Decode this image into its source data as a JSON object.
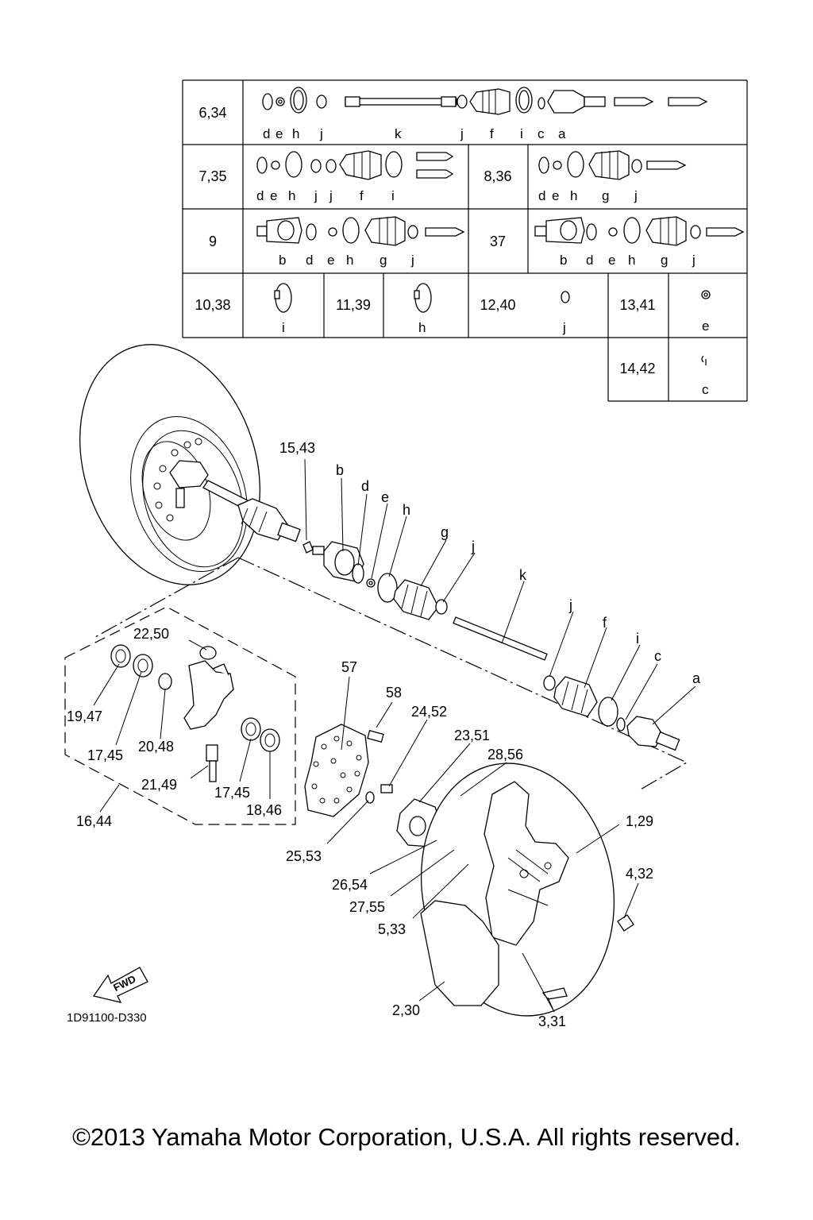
{
  "table": {
    "rows": [
      {
        "cells": [
          {
            "ref": "6,34",
            "letters": [
              "d",
              "e",
              "h",
              "j",
              "k",
              "j",
              "f",
              "i",
              "c",
              "a"
            ]
          }
        ]
      },
      {
        "cells": [
          {
            "ref": "7,35",
            "letters": [
              "d",
              "e",
              "h",
              "j",
              "j",
              "f",
              "i"
            ]
          },
          {
            "ref": "8,36",
            "letters": [
              "d",
              "e",
              "h",
              "g",
              "j"
            ]
          }
        ]
      },
      {
        "cells": [
          {
            "ref": "9",
            "letters": [
              "b",
              "d",
              "e",
              "h",
              "g",
              "j"
            ]
          },
          {
            "ref": "37",
            "letters": [
              "b",
              "d",
              "e",
              "h",
              "g",
              "j"
            ]
          }
        ]
      },
      {
        "cells": [
          {
            "ref": "10,38",
            "letters": [
              "i"
            ]
          },
          {
            "ref": "11,39",
            "letters": [
              "h"
            ]
          },
          {
            "ref": "12,40",
            "letters": [
              "j"
            ]
          },
          {
            "ref": "13,41",
            "letters": [
              "e"
            ]
          }
        ]
      },
      {
        "cells": [
          {
            "ref": "14,42",
            "letters": [
              "c"
            ]
          }
        ]
      }
    ]
  },
  "callouts": {
    "c15": "15,43",
    "cb": "b",
    "cd": "d",
    "ce": "e",
    "ch": "h",
    "cg": "g",
    "cj1": "j",
    "ck": "k",
    "cj2": "j",
    "cf": "f",
    "ci": "i",
    "cc": "c",
    "ca": "a",
    "c22": "22,50",
    "c19": "19,47",
    "c17a": "17,45",
    "c20": "20,48",
    "c21": "21,49",
    "c17b": "17,45",
    "c18": "18,46",
    "c16": "16,44",
    "c57": "57",
    "c58": "58",
    "c24": "24,52",
    "c23": "23,51",
    "c28": "28,56",
    "c1": "1,29",
    "c4": "4,32",
    "c25": "25,53",
    "c26": "26,54",
    "c27": "27,55",
    "c5": "5,33",
    "c2": "2,30",
    "c3": "3,31"
  },
  "fwd_label": "FWD",
  "drawing_code": "1D91100-D330",
  "copyright": "©2013 Yamaha Motor Corporation, U.S.A. All rights reserved."
}
